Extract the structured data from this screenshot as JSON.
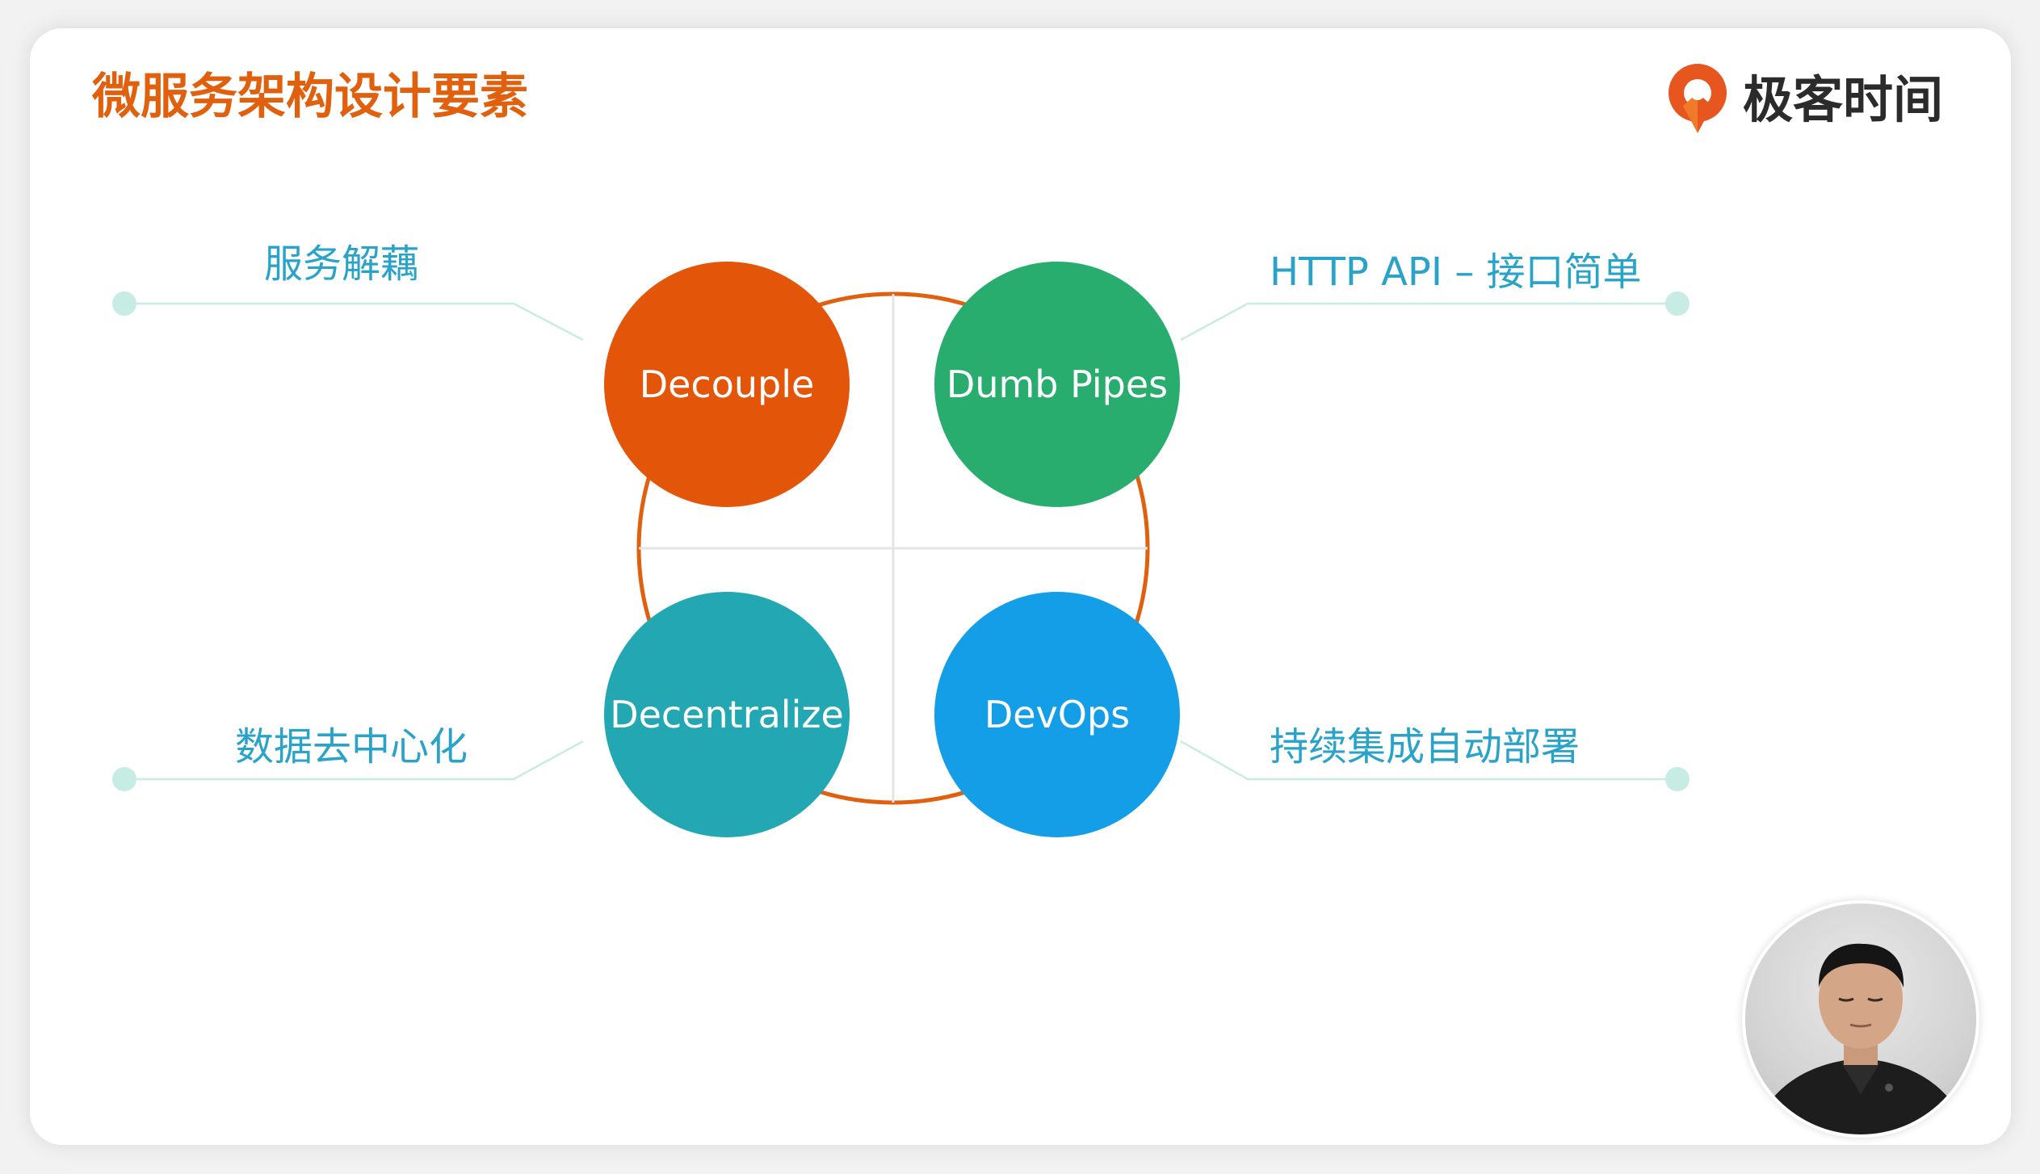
{
  "slide": {
    "title": "微服务架构设计要素"
  },
  "brand": {
    "name": "极客时间",
    "logo_icon": "geektime-logo-icon",
    "logo_color": "#e8561f"
  },
  "quadrants": [
    {
      "label": "Decouple",
      "color": "#e35508"
    },
    {
      "label": "Dumb Pipes",
      "color": "#28ad6e"
    },
    {
      "label": "Decentralize",
      "color": "#23a8b3"
    },
    {
      "label": "DevOps",
      "color": "#159ee8"
    }
  ],
  "callouts": {
    "decouple": "服务解藕",
    "dumb_pipes": "HTTP API – 接口简单",
    "decentralize": "数据去中心化",
    "devops": "持续集成自动部署"
  },
  "colors": {
    "title": "#e0600e",
    "ring": "#e0600e",
    "callout_text": "#2aa3c9",
    "connector": "#c7ece4"
  },
  "presenter": {
    "icon": "presenter-video-avatar"
  }
}
